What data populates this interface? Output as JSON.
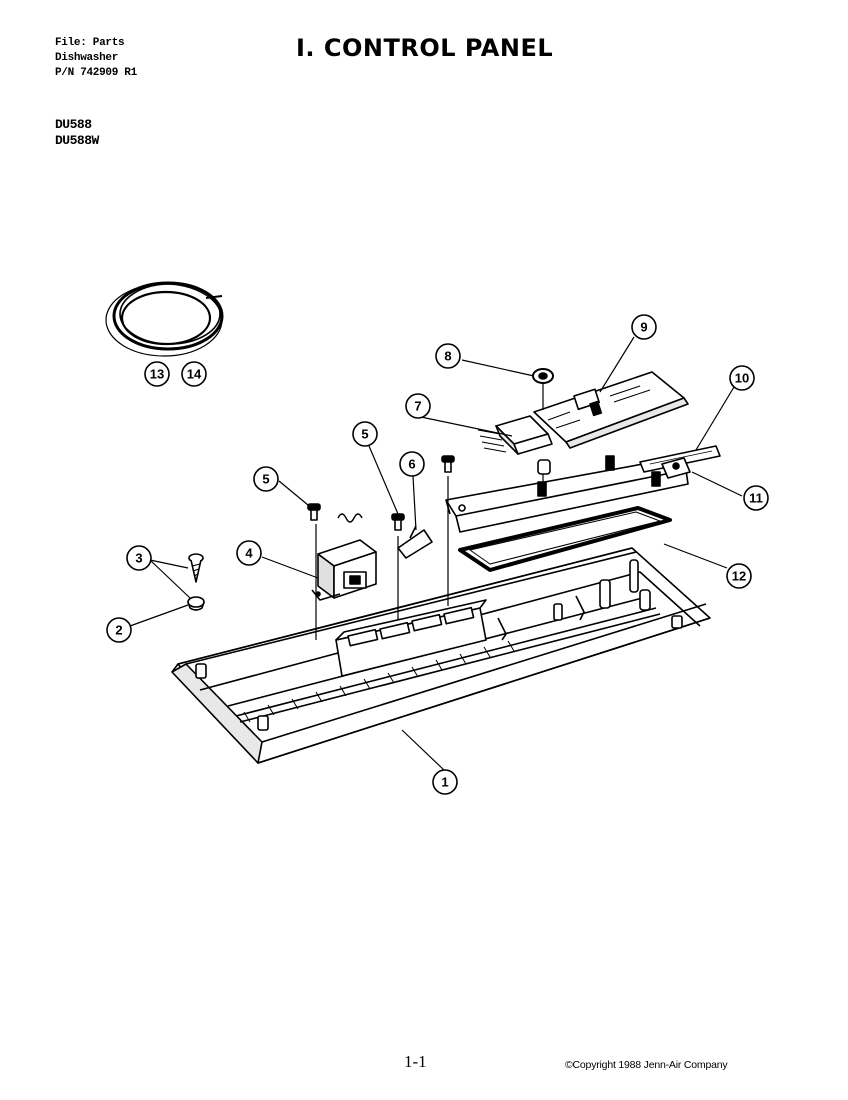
{
  "header": {
    "file_line": "File: Parts",
    "product_line": "Dishwasher",
    "pn_line": "P/N 742909 R1"
  },
  "models": [
    "DU588",
    "DU588W"
  ],
  "title": "I. CONTROL PANEL",
  "page_number": "1-1",
  "copyright": "©Copyright 1988 Jenn-Air Company",
  "callouts": [
    "1",
    "2",
    "3",
    "4",
    "5",
    "5",
    "6",
    "7",
    "8",
    "9",
    "10",
    "11",
    "12",
    "13",
    "14"
  ]
}
